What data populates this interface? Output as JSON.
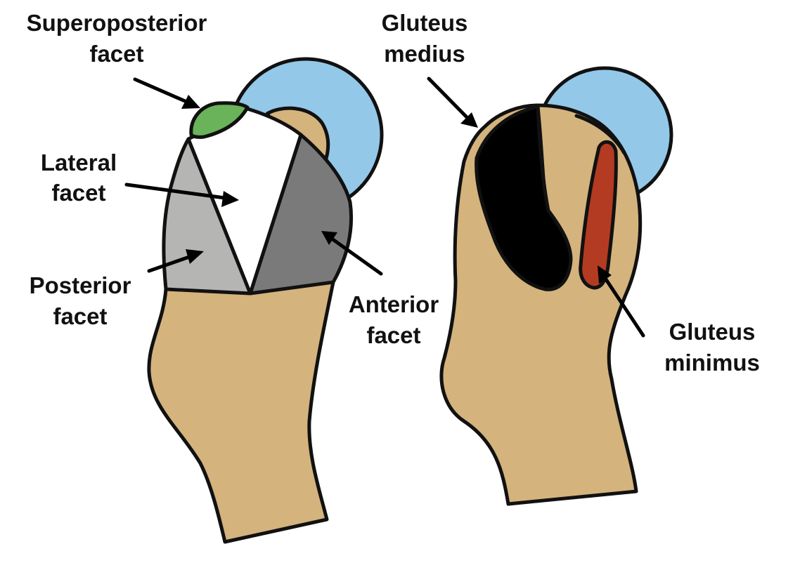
{
  "colors": {
    "bone": "#d4b37d",
    "head": "#93c8e8",
    "superoposterior_facet": "#6ab35a",
    "lateral_facet": "#ffffff",
    "posterior_facet": "#b5b6b3",
    "anterior_facet": "#7b7a7b",
    "gluteus_medius": "#000000",
    "gluteus_minimus": "#b33b22",
    "outline": "#111111"
  },
  "left_view": {
    "superoposterior": {
      "line1": "Superoposterior",
      "line2": "facet"
    },
    "lateral": {
      "line1": "Lateral",
      "line2": "facet"
    },
    "posterior": {
      "line1": "Posterior",
      "line2": "facet"
    },
    "anterior": {
      "line1": "Anterior",
      "line2": "facet"
    }
  },
  "right_view": {
    "gluteus_medius": {
      "line1": "Gluteus",
      "line2": "medius"
    },
    "gluteus_minimus": {
      "line1": "Gluteus",
      "line2": "minimus"
    }
  }
}
